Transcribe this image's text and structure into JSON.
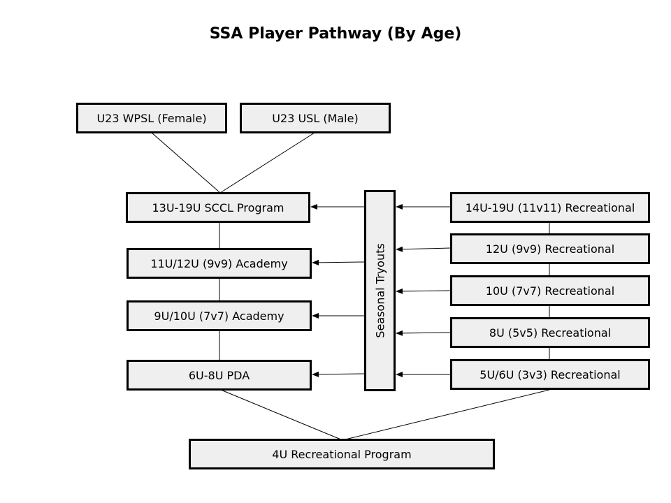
{
  "title": "SSA Player Pathway (By Age)",
  "top_programs": {
    "female": "U23 WPSL (Female)",
    "male": "U23 USL (Male)"
  },
  "competitive_track": [
    "13U-19U SCCL Program",
    "11U/12U (9v9) Academy",
    "9U/10U (7v7) Academy",
    "6U-8U PDA"
  ],
  "tryouts": "Seasonal Tryouts",
  "recreational_track": [
    "14U-19U (11v11) Recreational",
    "12U (9v9) Recreational",
    "10U (7v7) Recreational",
    "8U (5v5) Recreational",
    "5U/6U (3v3) Recreational"
  ],
  "entry_program": "4U Recreational Program"
}
